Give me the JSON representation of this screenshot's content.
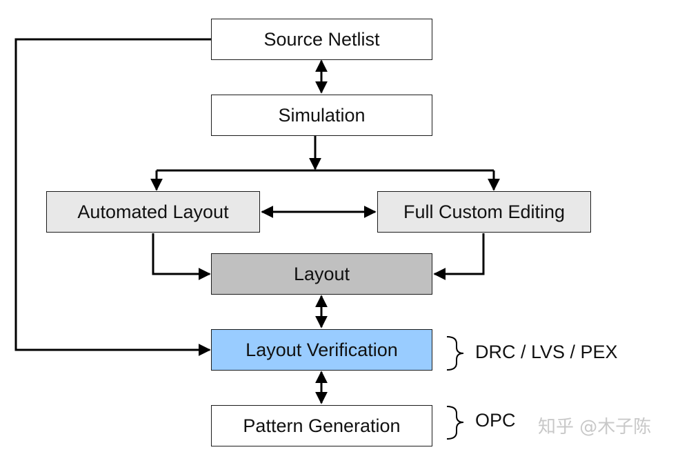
{
  "nodes": {
    "source_netlist": "Source Netlist",
    "simulation": "Simulation",
    "automated_layout": "Automated Layout",
    "full_custom_editing": "Full Custom Editing",
    "layout": "Layout",
    "layout_verification": "Layout Verification",
    "pattern_generation": "Pattern Generation"
  },
  "annotations": {
    "verification_steps": "DRC / LVS / PEX",
    "pattern_steps": "OPC"
  },
  "watermark": "知乎 @木子陈",
  "colors": {
    "white_fill": "#ffffff",
    "light_gray_fill": "#e8e8e8",
    "layout_fill": "#c0c0c0",
    "verification_fill": "#99ccff",
    "line": "#000000",
    "watermark": "#c8c8c8"
  }
}
